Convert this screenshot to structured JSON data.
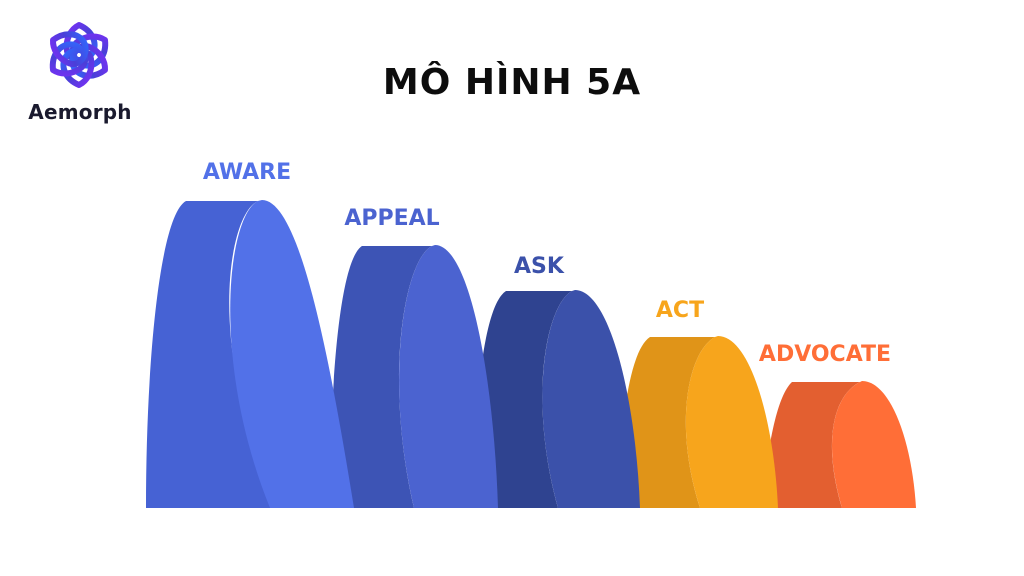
{
  "logo": {
    "name": "Aemorph",
    "icon": "aemorph-flower-logo-icon"
  },
  "title": "MÔ HÌNH 5A",
  "stages": [
    {
      "label": "AWARE",
      "color": "#5271e8",
      "dark": "#4662d4"
    },
    {
      "label": "APPEAL",
      "color": "#4b63d0",
      "dark": "#3d54b5"
    },
    {
      "label": "ASK",
      "color": "#3b51aa",
      "dark": "#2f4390"
    },
    {
      "label": "ACT",
      "color": "#f7a51c",
      "dark": "#e09418"
    },
    {
      "label": "ADVOCATE",
      "color": "#ff6e37",
      "dark": "#e35f30"
    }
  ]
}
